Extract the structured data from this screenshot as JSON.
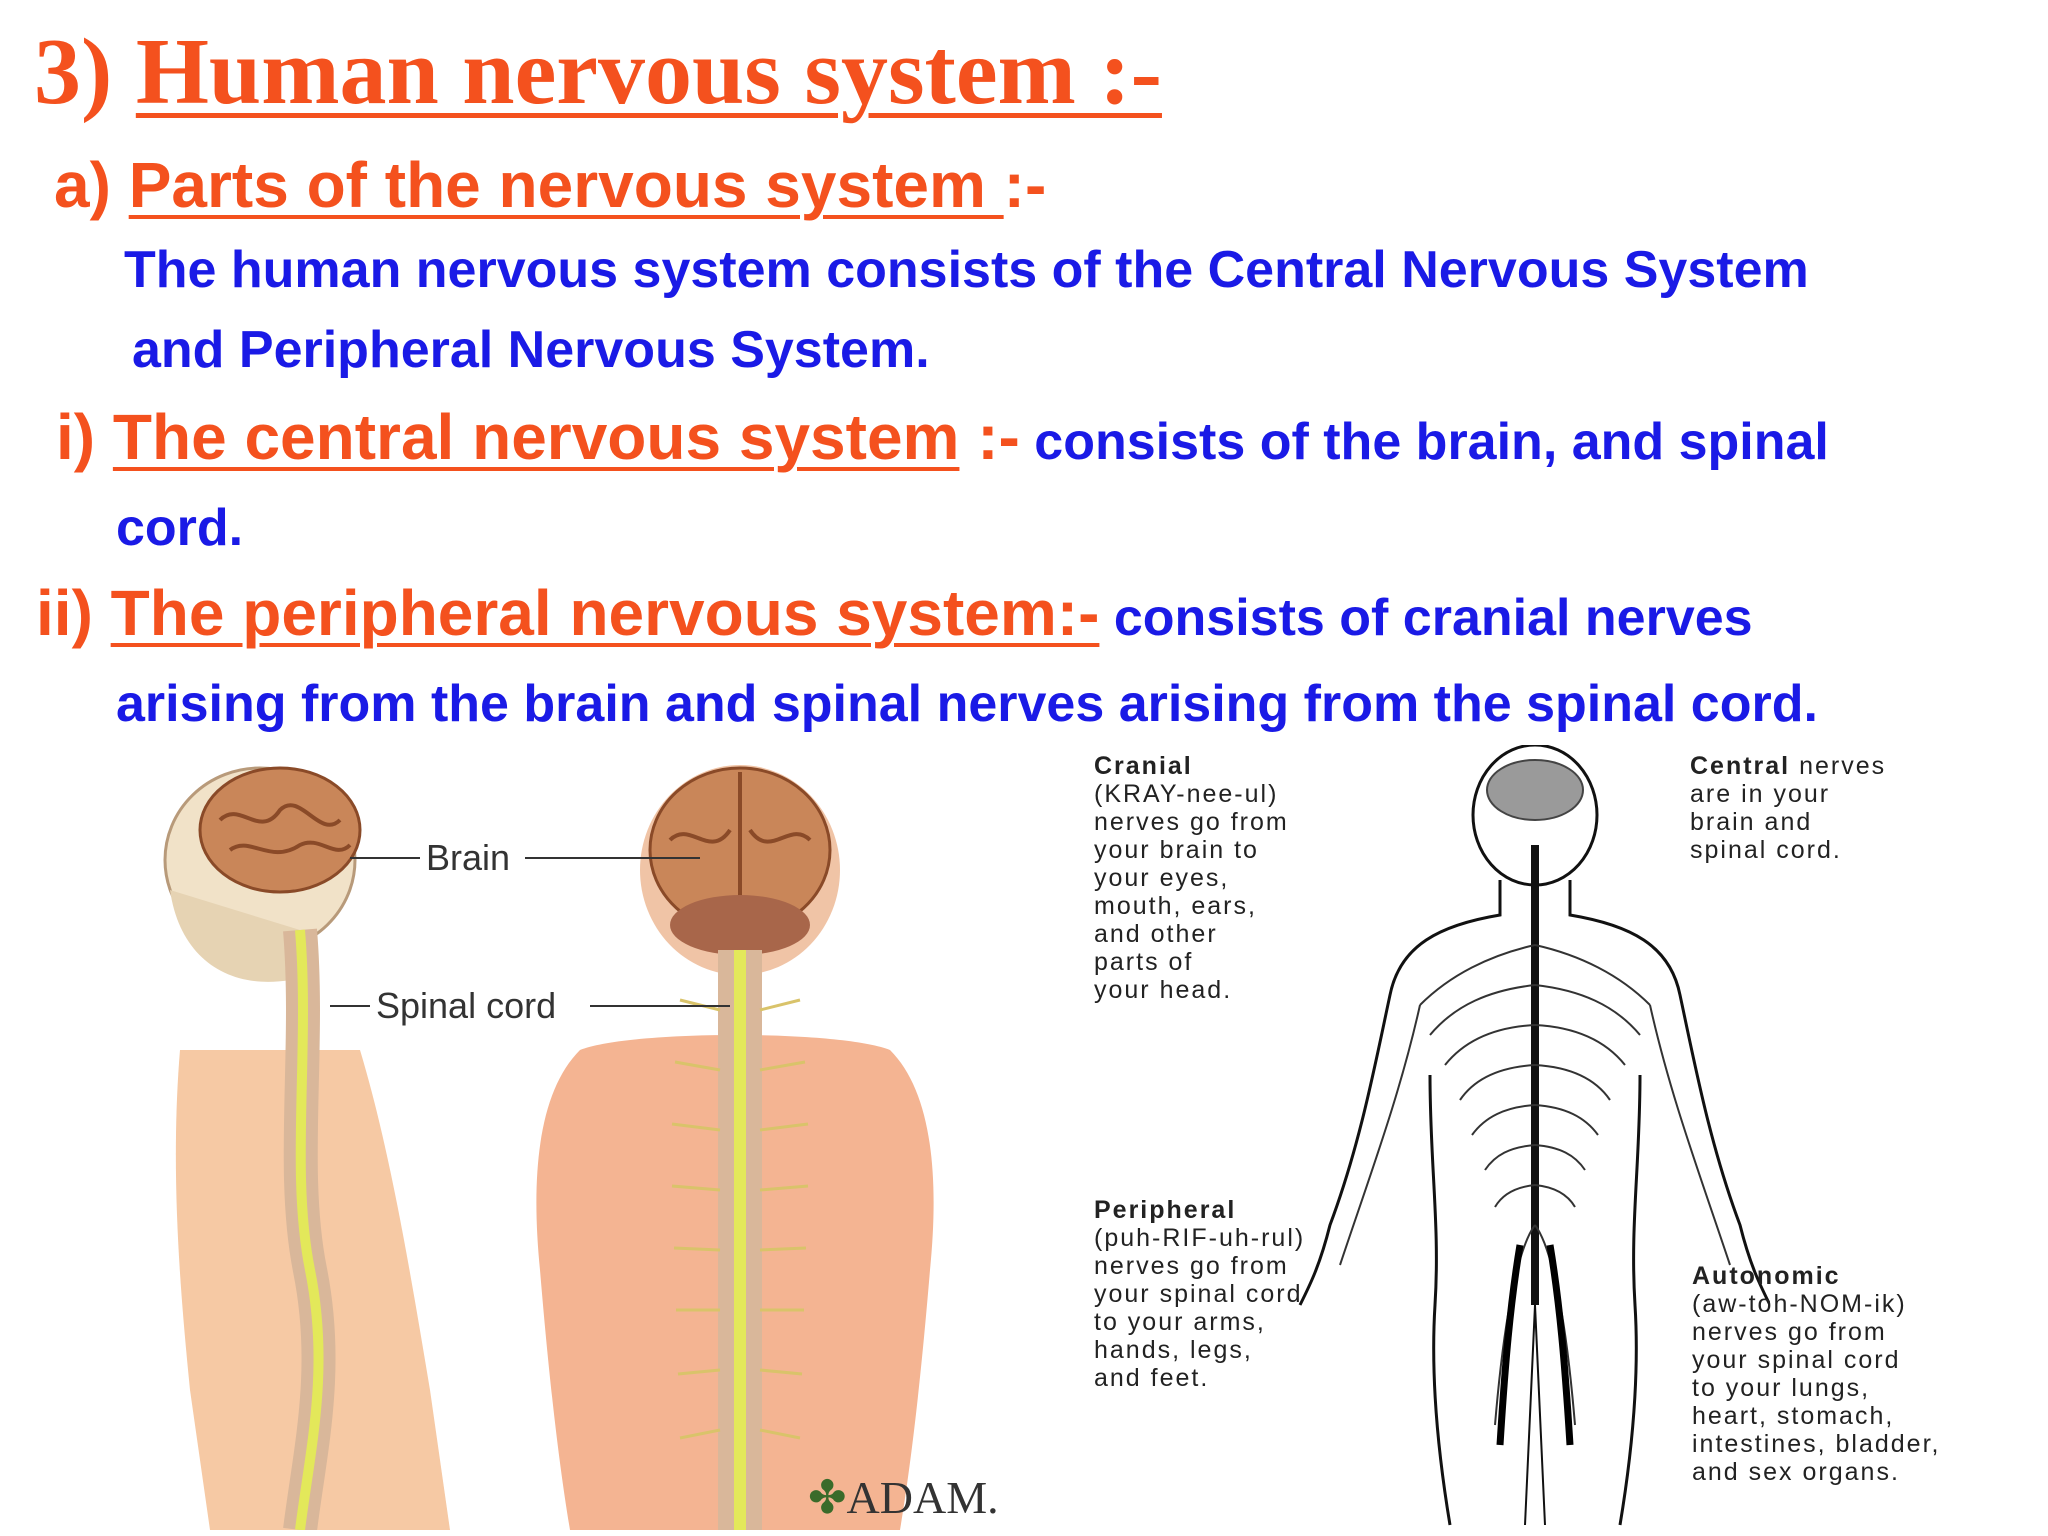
{
  "heading": {
    "number": "3)",
    "title": "Human nervous system :-"
  },
  "section_a": {
    "marker": "a)",
    "title": "Parts of the nervous system ",
    "suffix": ":-",
    "line1": "The human nervous system consists of the Central Nervous System",
    "line2": "and Peripheral Nervous System."
  },
  "section_i": {
    "marker": "i)",
    "title": "The central nervous system",
    "suffix": " :-",
    "text": " consists of the brain, and spinal",
    "line2": "cord."
  },
  "section_ii": {
    "marker": "ii)",
    "title": "The peripheral nervous system:-",
    "text": " consists of cranial nerves",
    "line2": "arising from the brain and spinal nerves arising from the spinal cord."
  },
  "left_figure": {
    "brain_label": "Brain",
    "spinal_label": "Spinal cord",
    "credit": "ADAM."
  },
  "right_figure": {
    "cranial": {
      "bold": "Cranial",
      "text": "(KRAY-nee-ul)\nnerves go from\nyour brain to\nyour eyes,\nmouth, ears,\nand other\nparts of\nyour head."
    },
    "central": {
      "bold": "Central",
      "text": " nerves\nare in your\nbrain and\nspinal cord."
    },
    "peripheral": {
      "bold": "Peripheral",
      "text": "(puh-RIF-uh-rul)\nnerves go from\nyour spinal cord\nto your arms,\nhands, legs,\nand feet."
    },
    "autonomic": {
      "bold": "Autonomic",
      "text": "(aw-toh-NOM-ik)\nnerves go from\nyour spinal cord\nto your lungs,\nheart, stomach,\nintestines, bladder,\nand sex organs."
    }
  },
  "colors": {
    "heading": "#f4511e",
    "body": "#1a1ae6"
  }
}
